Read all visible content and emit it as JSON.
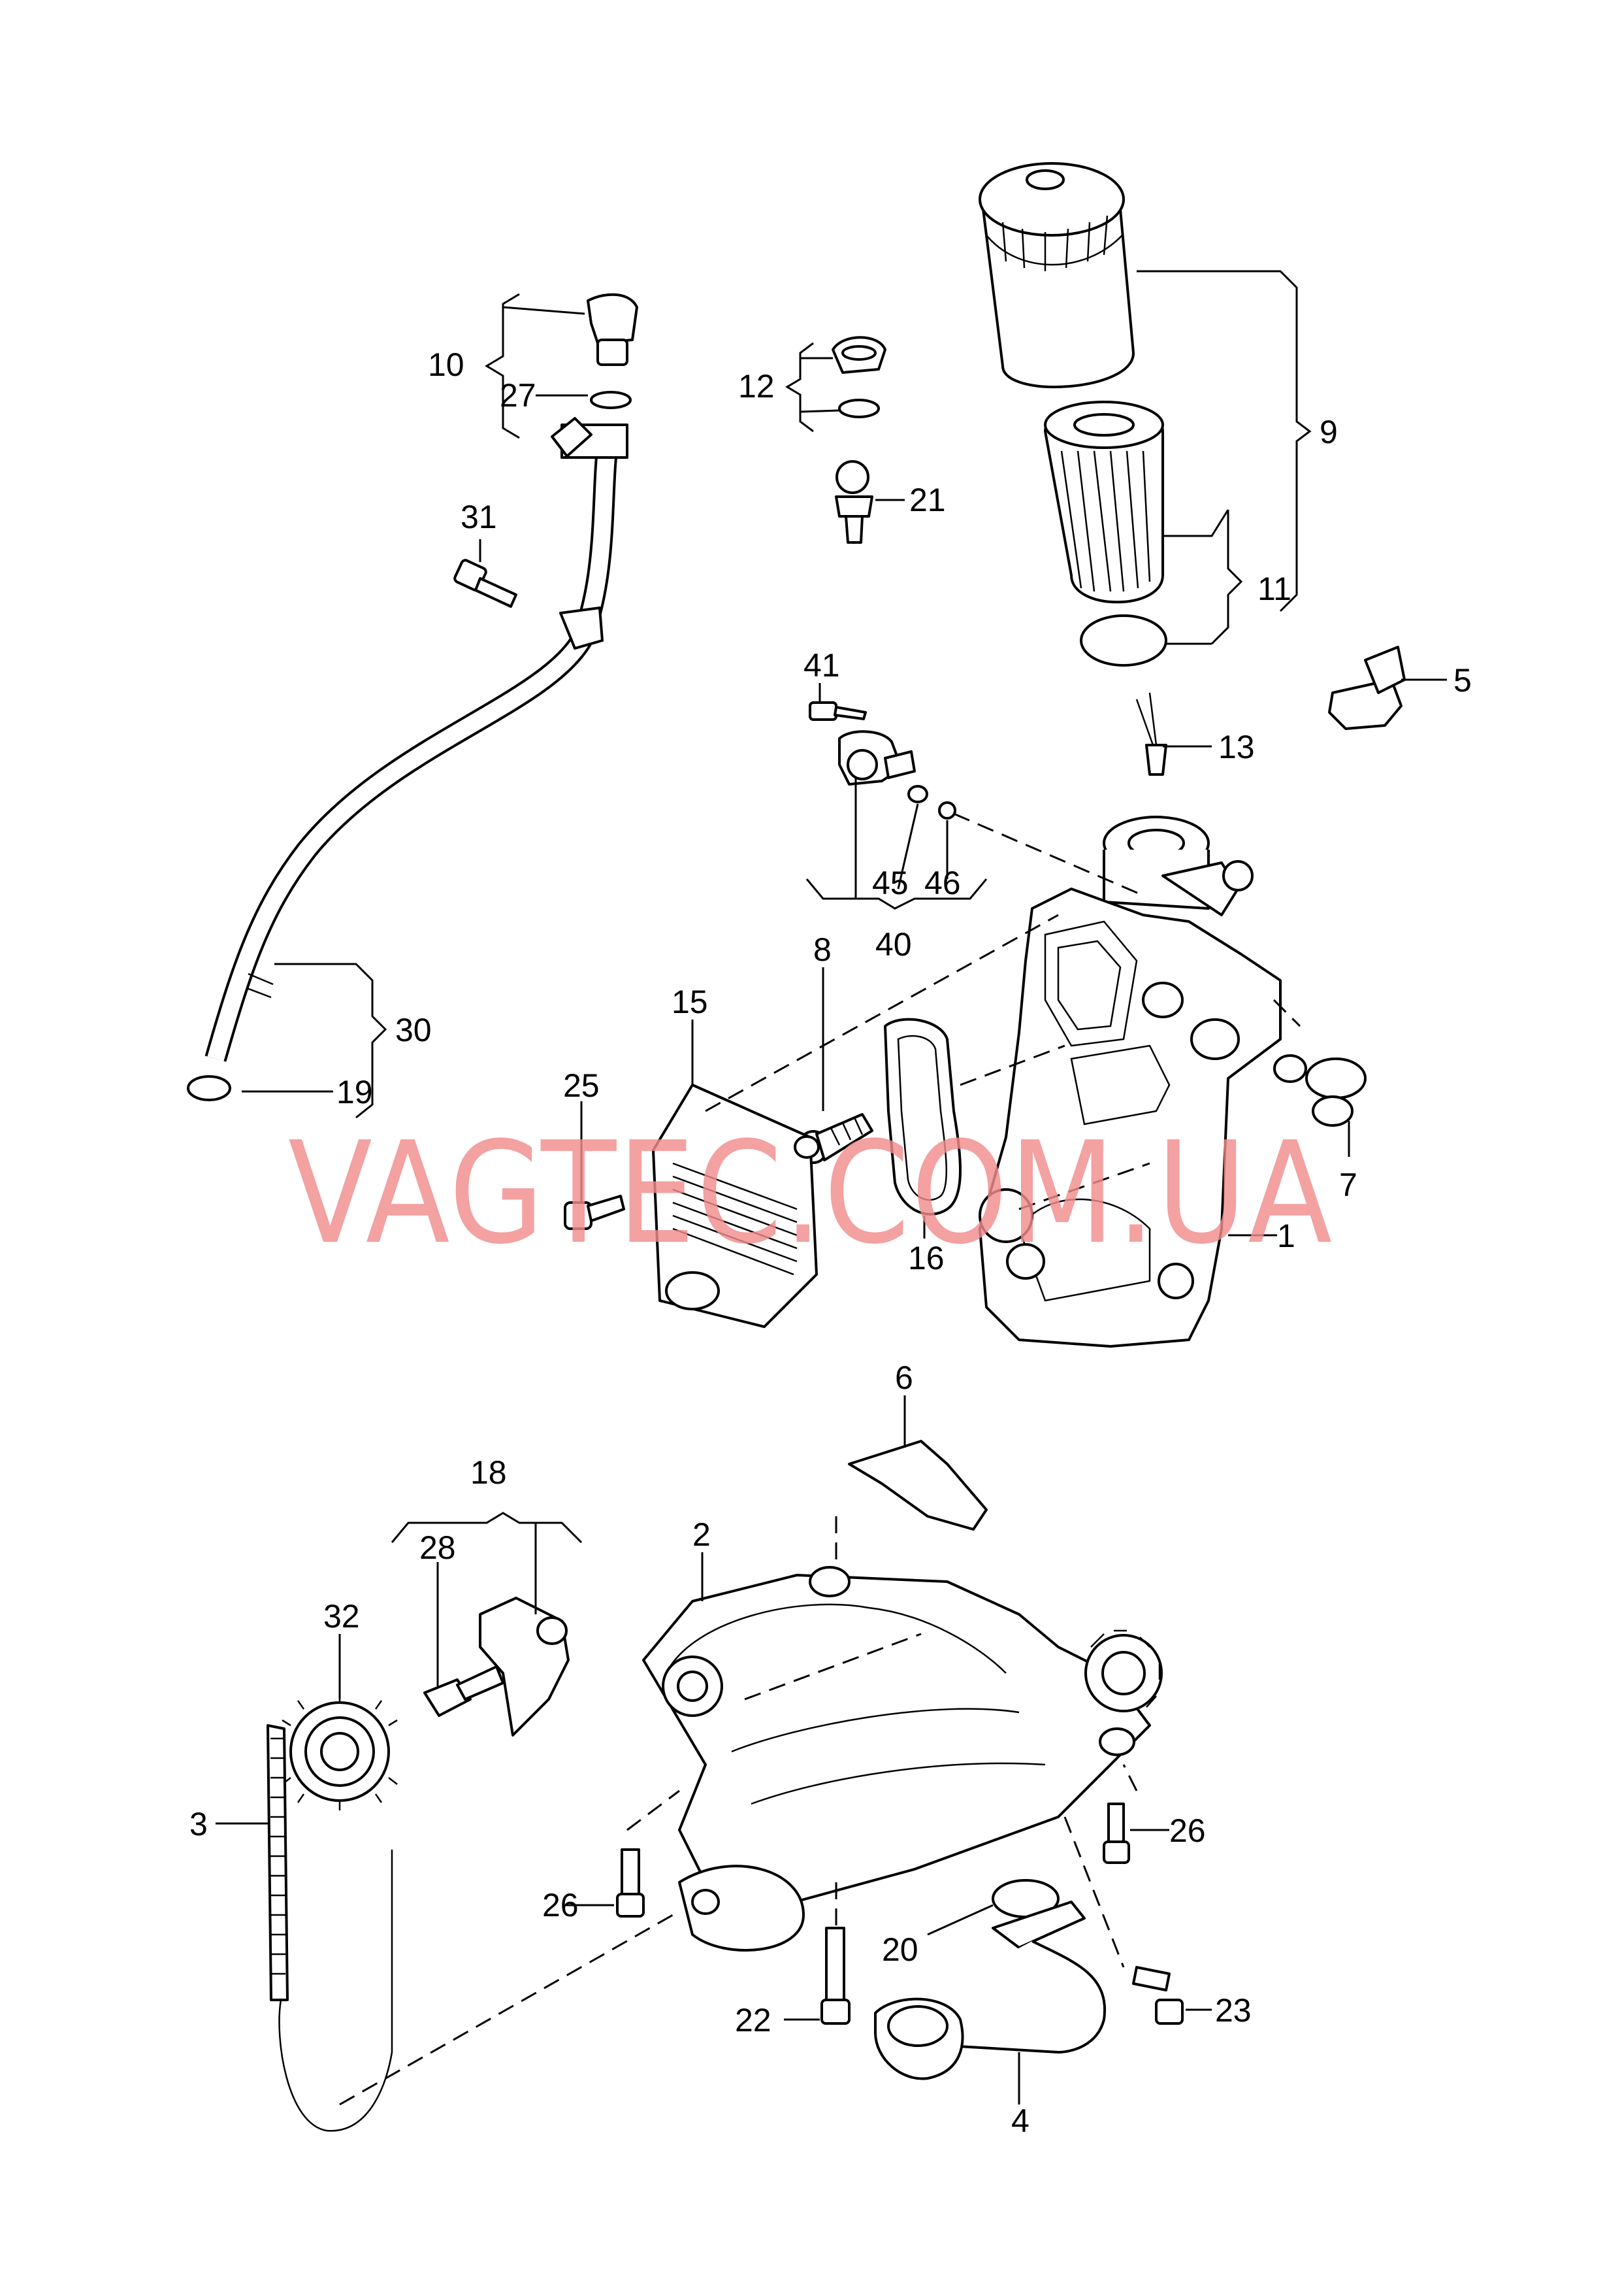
{
  "watermark": "VAGTEC.COM.UA",
  "labels": {
    "p1": "1",
    "p2": "2",
    "p3": "3",
    "p4": "4",
    "p5": "5",
    "p6": "6",
    "p7": "7",
    "p8": "8",
    "p9": "9",
    "p10": "10",
    "p11": "11",
    "p12": "12",
    "p13": "13",
    "p15": "15",
    "p16": "16",
    "p18": "18",
    "p19": "19",
    "p20": "20",
    "p21": "21",
    "p22": "22",
    "p23": "23",
    "p25": "25",
    "p26a": "26",
    "p26b": "26",
    "p27": "27",
    "p28": "28",
    "p30": "30",
    "p31": "31",
    "p32": "32",
    "p40": "40",
    "p41": "41",
    "p45": "45",
    "p46": "46"
  },
  "colors": {
    "line": "#000000",
    "watermark": "#f08c8c",
    "background": "#ffffff"
  }
}
